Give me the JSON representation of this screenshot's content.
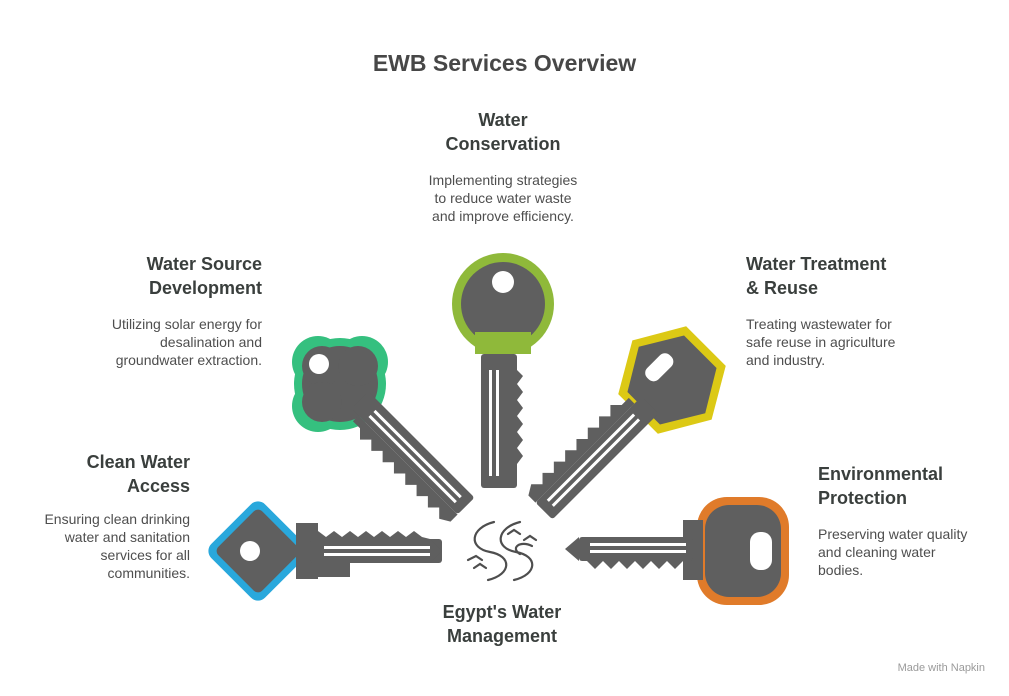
{
  "title": "EWB Services Overview",
  "center_label": [
    "Egypt's Water",
    "Management"
  ],
  "items": [
    {
      "key": "conservation",
      "title": [
        "Water",
        "Conservation"
      ],
      "description": [
        "Implementing strategies",
        "to reduce water waste",
        "and improve efficiency."
      ],
      "color": "#8fb93a"
    },
    {
      "key": "source",
      "title": [
        "Water Source",
        "Development"
      ],
      "description": [
        "Utilizing solar energy for",
        "desalination and",
        "groundwater extraction."
      ],
      "color": "#35c07f"
    },
    {
      "key": "treatment",
      "title": [
        "Water Treatment",
        "& Reuse"
      ],
      "description": [
        "Treating wastewater for",
        "safe reuse in agriculture",
        "and industry."
      ],
      "color": "#dcc915"
    },
    {
      "key": "clean",
      "title": [
        "Clean Water",
        "Access"
      ],
      "description": [
        "Ensuring clean drinking",
        "water and sanitation",
        "services for all",
        "communities."
      ],
      "color": "#29a8dc"
    },
    {
      "key": "environment",
      "title": [
        "Environmental",
        "Protection"
      ],
      "description": [
        "Preserving water quality",
        "and cleaning water",
        "bodies."
      ],
      "color": "#e07b2a"
    }
  ],
  "key_body_color": "#5f5f5f",
  "watermark": "Made with  Napkin"
}
